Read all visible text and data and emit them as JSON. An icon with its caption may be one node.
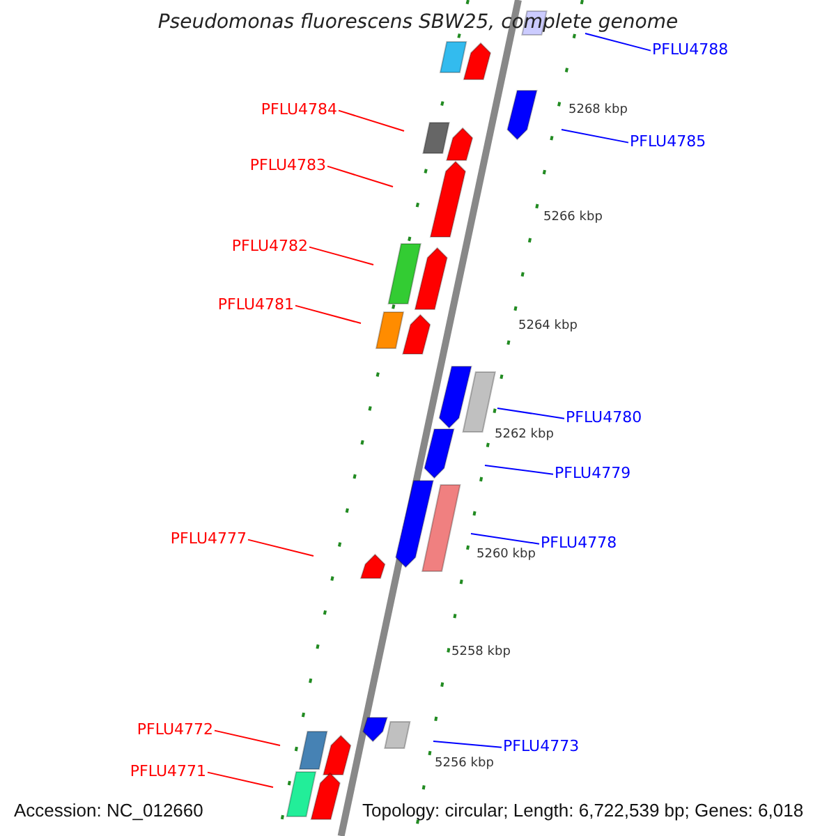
{
  "diagram": {
    "title": "Pseudomonas fluorescens SBW25, complete genome",
    "nodes": [
      {
        "text": [
          "PFLU4788"
        ]
      },
      {
        "text": [
          "PFLU4784"
        ]
      },
      {
        "text": [
          "PFLU4785"
        ]
      },
      {
        "text": [
          "PFLU4783"
        ]
      },
      {
        "text": [
          "PFLU4782"
        ]
      },
      {
        "text": [
          "PFLU4781"
        ]
      },
      {
        "text": [
          "PFLU4780"
        ]
      },
      {
        "text": [
          "PFLU4779"
        ]
      },
      {
        "text": [
          "PFLU4777"
        ]
      },
      {
        "text": [
          "PFLU4778"
        ]
      },
      {
        "text": [
          "PFLU4772"
        ]
      },
      {
        "text": [
          "PFLU4773"
        ]
      },
      {
        "text": [
          "PFLU4771"
        ]
      }
    ],
    "edges": [
      {
        "from": 0,
        "to": null,
        "arrow": "none",
        "color": "#0000ff"
      },
      {
        "from": 1,
        "to": null,
        "arrow": "none"
      },
      {
        "from": 2,
        "to": null,
        "arrow": "none",
        "color": "#0000ff"
      },
      {
        "from": 3,
        "to": null,
        "arrow": "none"
      },
      {
        "from": 4,
        "to": null,
        "arrow": "none"
      },
      {
        "from": 5,
        "to": null,
        "arrow": "none"
      },
      {
        "from": 6,
        "to": null,
        "arrow": "none",
        "color": "#0000ff"
      },
      {
        "from": 7,
        "to": null,
        "arrow": "none",
        "color": "#0000ff"
      },
      {
        "from": 8,
        "to": null,
        "arrow": "none"
      },
      {
        "from": 9,
        "to": null,
        "arrow": "none",
        "color": "#0000ff"
      },
      {
        "from": 10,
        "to": null,
        "arrow": "none"
      },
      {
        "from": 11,
        "to": null,
        "arrow": "none",
        "color": "#0000ff"
      },
      {
        "from": 12,
        "to": null,
        "arrow": "none"
      }
    ],
    "labels": [
      "5268 kbp",
      "5266 kbp",
      "5264 kbp",
      "5262 kbp",
      "5260 kbp",
      "5258 kbp",
      "5256 kbp",
      "Accession: NC_012660",
      "Topology: circular; Length: 6,722,539 bp; Genes: 6,018"
    ]
  }
}
